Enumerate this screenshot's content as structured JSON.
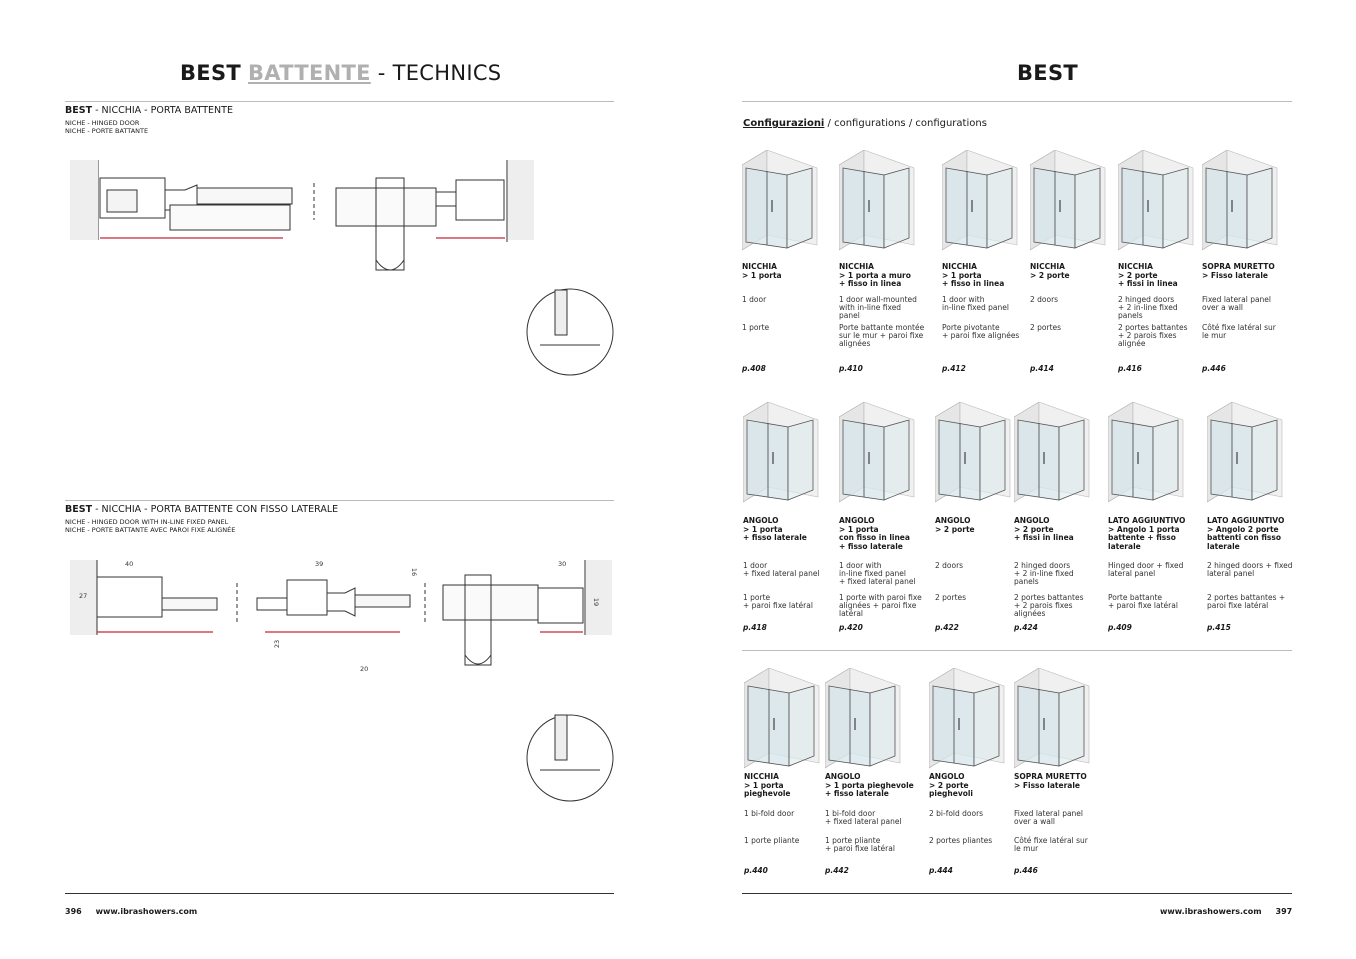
{
  "left": {
    "title_a": "BEST",
    "title_b": "BATTENTE",
    "title_c": "- TECHNICS",
    "section1": {
      "bold": "BEST",
      "title": " - NICCHIA - PORTA BATTENTE",
      "sub1": "NICHE - HINGED DOOR",
      "sub2": "NICHE - PORTE BATTANTE"
    },
    "section2": {
      "bold": "BEST",
      "title": " - NICCHIA - PORTA BATTENTE CON FISSO LATERALE",
      "sub1": "NICHE - HINGED DOOR WITH IN-LINE FIXED PANEL",
      "sub2": "NICHE - PORTE BATTANTE AVEC PAROI FIXE ALIGNÉE"
    },
    "dims": [
      "40",
      "27",
      "39",
      "16",
      "23",
      "20",
      "30",
      "19"
    ],
    "page_number": "396",
    "website": "www.ibrashowers.com"
  },
  "right": {
    "title": "BEST",
    "config_bold": "Configurazioni",
    "config_rest": " / configurations / configurations",
    "rows": [
      [
        {
          "h": "NICCHIA\n> 1 porta",
          "en": "1 door",
          "fr": "1 porte",
          "p": "p.408"
        },
        {
          "h": "NICCHIA\n> 1 porta a muro\n+ fisso in linea",
          "en": "1 door wall-mounted\nwith in-line fixed\npanel",
          "fr": "Porte battante montée\nsur le mur + paroi fixe\nalignées",
          "p": "p.410"
        },
        {
          "h": "NICCHIA\n> 1 porta\n+ fisso in linea",
          "en": "1 door with\nin-line fixed panel",
          "fr": "Porte pivotante\n+ paroi fixe alignées",
          "p": "p.412"
        },
        {
          "h": "NICCHIA\n> 2 porte",
          "en": "2 doors",
          "fr": "2 portes",
          "p": "p.414"
        },
        {
          "h": "NICCHIA\n> 2 porte\n+ fissi in linea",
          "en": "2 hinged doors\n+ 2 in-line fixed\npanels",
          "fr": "2 portes battantes\n+ 2 parois fixes\nalignée",
          "p": "p.416"
        },
        {
          "h": "SOPRA MURETTO\n> Fisso laterale",
          "en": "Fixed lateral panel\nover a wall",
          "fr": "Côté fixe latéral sur\nle mur",
          "p": "p.446"
        }
      ],
      [
        {
          "h": "ANGOLO\n> 1 porta\n+ fisso laterale",
          "en": "1 door\n+ fixed lateral panel",
          "fr": "1 porte\n+ paroi fixe latéral",
          "p": "p.418"
        },
        {
          "h": "ANGOLO\n> 1 porta\ncon fisso in linea\n+ fisso laterale",
          "en": "1 door with\nin-line fixed panel\n+ fixed lateral panel",
          "fr": "1 porte with paroi fixe\nalignées + paroi fixe\nlatéral",
          "p": "p.420"
        },
        {
          "h": "ANGOLO\n> 2 porte",
          "en": "2 doors",
          "fr": "2 portes",
          "p": "p.422"
        },
        {
          "h": "ANGOLO\n> 2 porte\n+ fissi in linea",
          "en": "2 hinged doors\n+ 2 in-line fixed\npanels",
          "fr": "2 portes battantes\n+ 2 parois fixes\nalignées",
          "p": "p.424"
        },
        {
          "h": "LATO AGGIUNTIVO\n> Angolo 1 porta\nbattente + fisso\nlaterale",
          "en": "Hinged door + fixed\nlateral panel",
          "fr": "Porte battante\n+ paroi fixe latéral",
          "p": "p.409"
        },
        {
          "h": "LATO AGGIUNTIVO\n> Angolo 2 porte\nbattenti con  fisso\nlaterale",
          "en": "2 hinged doors + fixed\nlateral panel",
          "fr": "2 portes battantes +\nparoi fixe latéral",
          "p": "p.415"
        }
      ],
      [
        {
          "h": "NICCHIA\n> 1 porta\npieghevole",
          "en": "1 bi-fold door",
          "fr": "1 porte pliante",
          "p": "p.440"
        },
        {
          "h": "ANGOLO\n> 1 porta pieghevole\n+ fisso laterale",
          "en": "1 bi-fold door\n+ fixed lateral panel",
          "fr": "1 porte pliante\n+ paroi fixe latéral",
          "p": "p.442"
        },
        {
          "h": "ANGOLO\n> 2 porte\npieghevoli",
          "en": "2 bi-fold doors",
          "fr": "2 portes pliantes",
          "p": "p.444"
        },
        {
          "h": "SOPRA MURETTO\n> Fisso laterale",
          "en": "Fixed lateral panel\nover a wall",
          "fr": "Côté fixe latéral sur\nle mur",
          "p": "p.446"
        }
      ]
    ],
    "website": "www.ibrashowers.com",
    "page_number": "397"
  }
}
